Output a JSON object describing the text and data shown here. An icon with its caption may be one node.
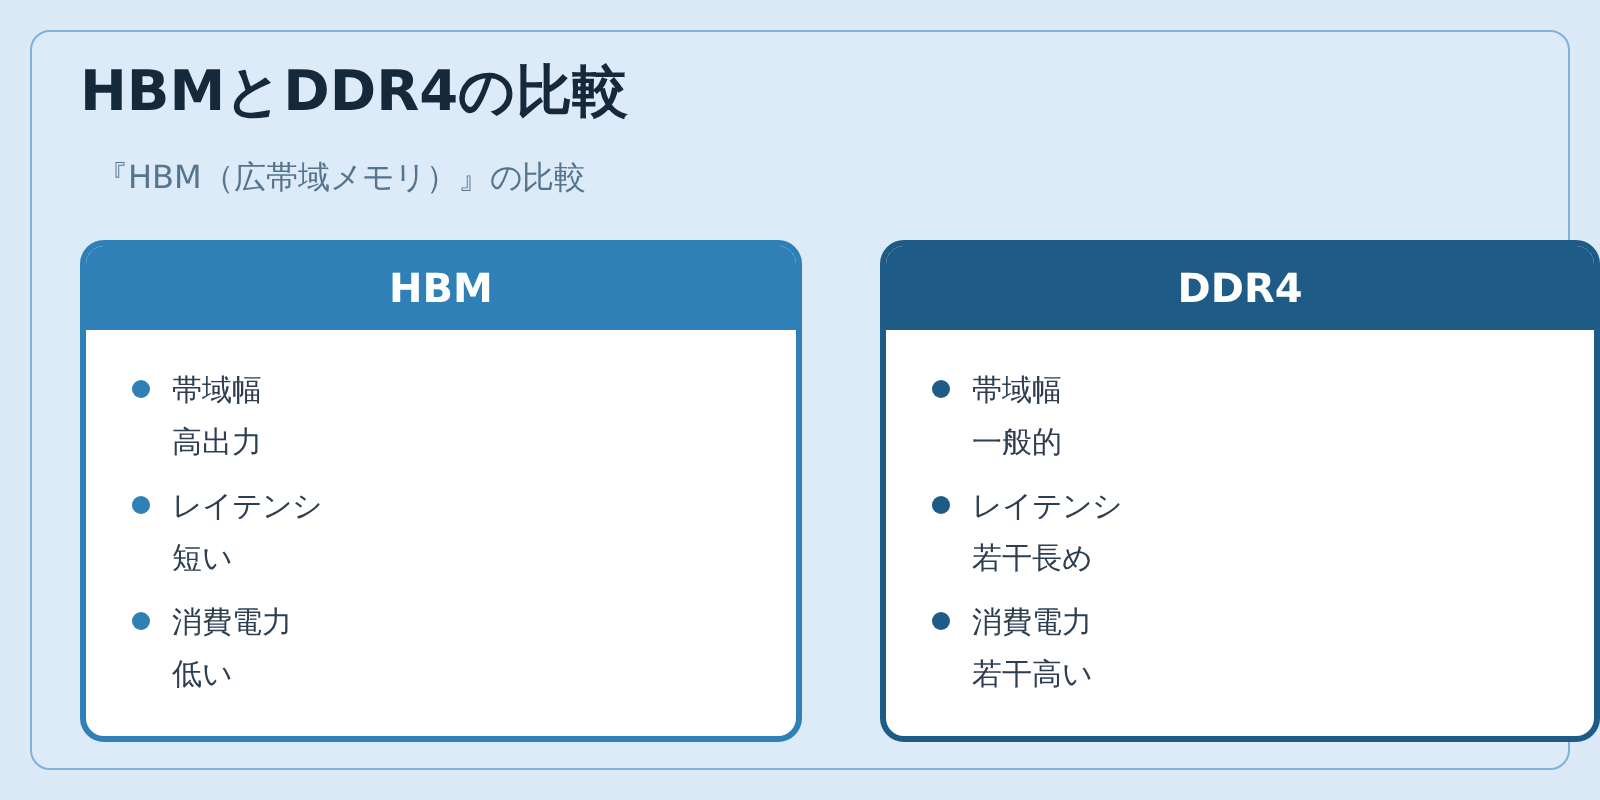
{
  "diagram": {
    "title": "HBMとDDR4の比較",
    "nodes": [
      {
        "text": [
          "HBM",
          "帯域幅",
          "高出力",
          "レイテンシ",
          "短い",
          "消費電力",
          "低い"
        ]
      },
      {
        "text": [
          "DDR4",
          "帯域幅",
          "一般的",
          "レイテンシ",
          "若干長め",
          "消費電力",
          "若干高い"
        ]
      }
    ],
    "labels": [
      "『HBM（広帯域メモリ）』の比較"
    ]
  }
}
